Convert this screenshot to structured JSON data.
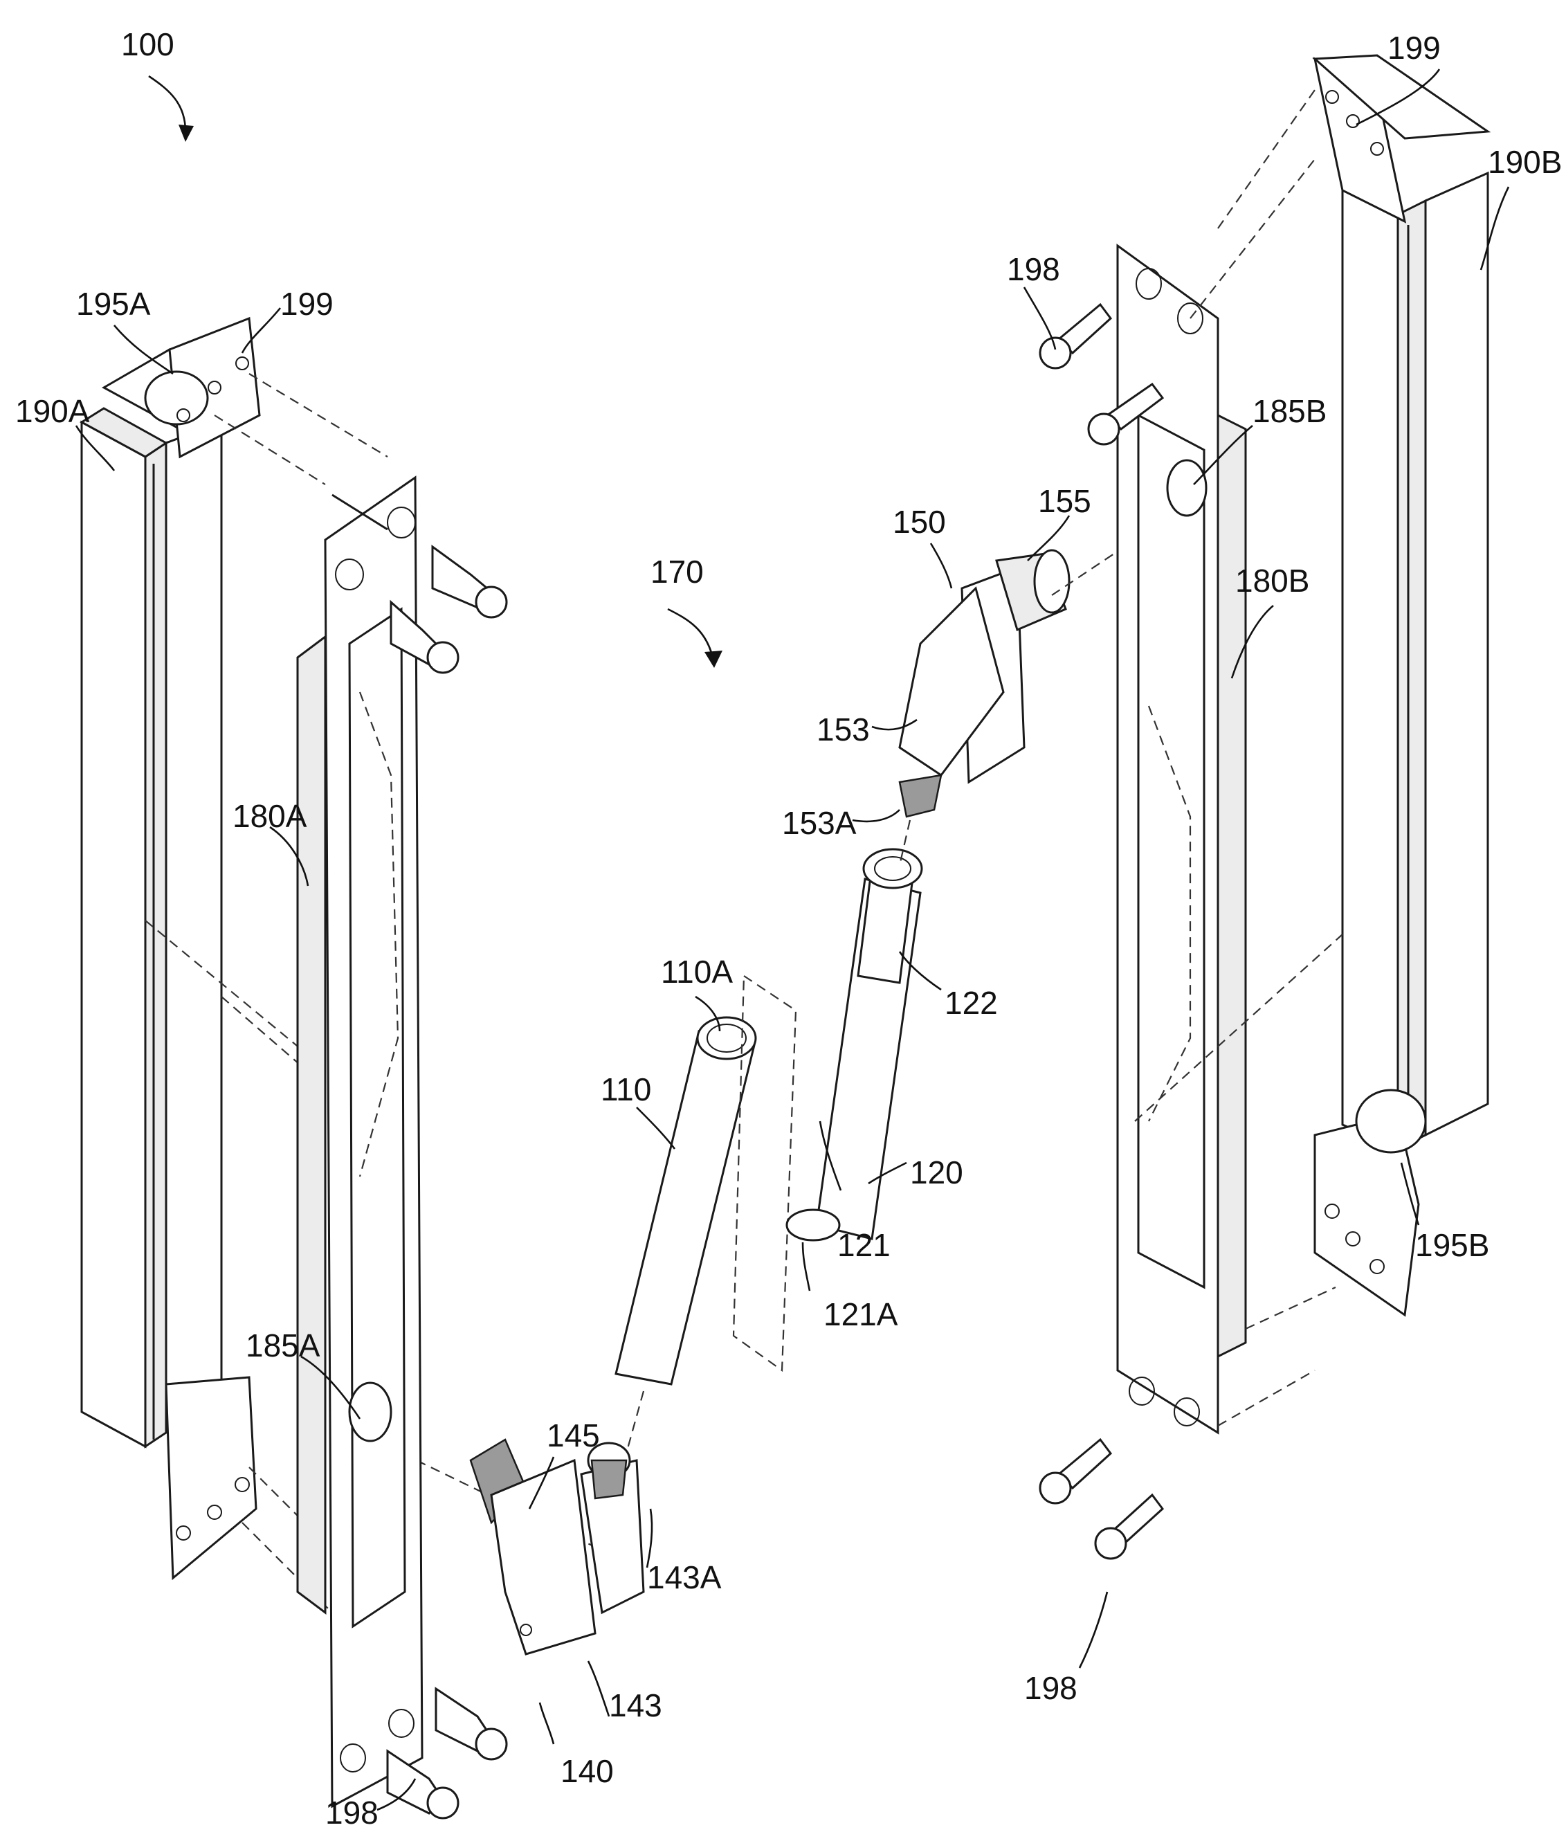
{
  "labels": {
    "l100": "100",
    "l170": "170",
    "l195A": "195A",
    "l199a": "199",
    "l190A": "190A",
    "l180A": "180A",
    "l185A": "185A",
    "l110A": "110A",
    "l110": "110",
    "l145": "145",
    "l143A": "143A",
    "l143": "143",
    "l140": "140",
    "l198a": "198",
    "l150": "150",
    "l155": "155",
    "l153": "153",
    "l153A": "153A",
    "l122": "122",
    "l120": "120",
    "l121": "121",
    "l121A": "121A",
    "l199b": "199",
    "l190B": "190B",
    "l198b": "198",
    "l185B": "185B",
    "l180B": "180B",
    "l195B": "195B",
    "l198c": "198"
  }
}
